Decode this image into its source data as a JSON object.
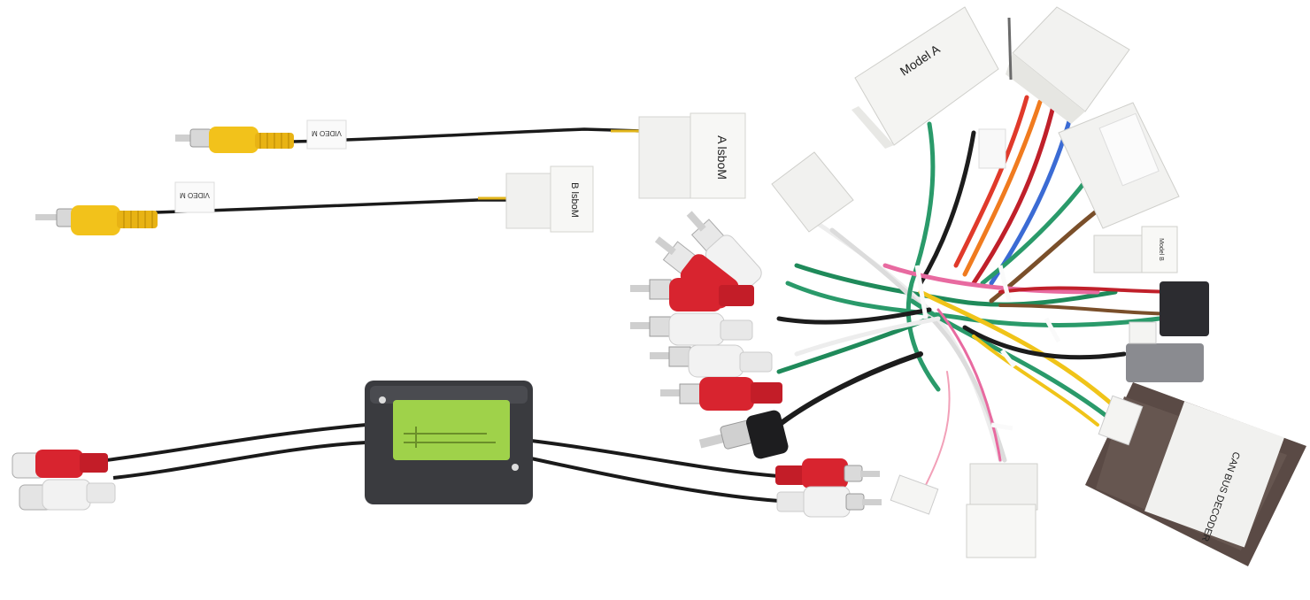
{
  "labels": {
    "model_a_top": "Model A",
    "model_a_mirrored": "A lsboM",
    "model_b_mirrored": "B lsboM",
    "video_tag_1": "VIDEO M",
    "video_tag_2": "VIDEO M",
    "model_b_small": "Model B",
    "can_bus": "CAN BUS DECODER"
  },
  "colors": {
    "background": "#ffffff",
    "connector_white": "#f2f2f0",
    "rca_yellow": "#f2c21b",
    "rca_red": "#d8242f",
    "rca_white": "#eeeeee",
    "filter_box": "#3a3b3f",
    "filter_label": "#9fd24a",
    "decoder_box": "#5a4a45"
  }
}
